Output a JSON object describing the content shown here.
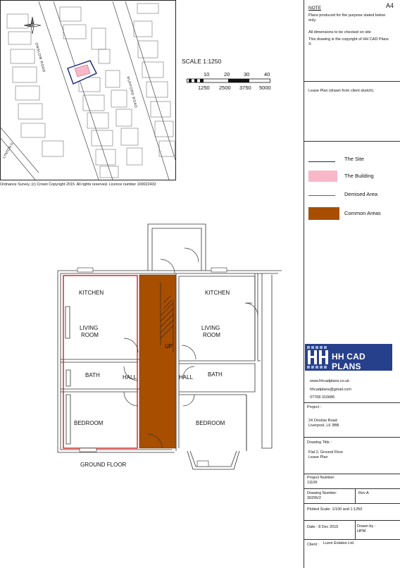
{
  "notes": {
    "heading": "NOTE",
    "sheet_size": "A4",
    "line1": "Plans produced for the purpose stated below only.",
    "line2": "All dimensions to be checked on site",
    "line3": "This drawing is the copyright of HH CAD Plans ©"
  },
  "scale": {
    "title": "SCALE 1:1250",
    "top_ticks": [
      "10",
      "20",
      "30",
      "40"
    ],
    "bottom_ticks": [
      "1250",
      "2500",
      "3750",
      "5000"
    ]
  },
  "map": {
    "road_labels": [
      "ONSLOW ROAD",
      "RUFFORD ROAD",
      "LYNTON G"
    ],
    "copyright": "Ordnance Survey, (c) Crown Copyright 2015. All rights reserved. Licence number 100022432"
  },
  "plan_type": "Lease Plan (drawn from client sketch).",
  "legend": {
    "items": [
      {
        "label": "The Site",
        "color": "#1a237e",
        "kind": "line"
      },
      {
        "label": "The Building",
        "color": "#f8b8c8",
        "kind": "box"
      },
      {
        "label": "Demised Area",
        "color": "#d32f2f",
        "kind": "line"
      },
      {
        "label": "Common Areas",
        "color": "#a84e00",
        "kind": "box"
      }
    ]
  },
  "floorplan": {
    "caption": "GROUND FLOOR",
    "left_flat": {
      "kitchen": "KITCHEN",
      "living_line1": "LIVING",
      "living_line2": "ROOM",
      "bath": "BATH",
      "hall": "HALL",
      "bedroom": "BEDROOM"
    },
    "stair_label": "UP",
    "right_flat": {
      "kitchen": "KITCHEN",
      "living_line1": "LIVING",
      "living_line2": "ROOM",
      "hall": "HALL",
      "bath": "BATH",
      "bedroom": "BEDROOM"
    }
  },
  "company": {
    "logo_text": "HH CAD PLANS",
    "website": "www.hhcadplans.co.uk",
    "email": "hhcadplans@gmail.com",
    "phone": "07768 310686"
  },
  "title_block": {
    "project_label": "Project :",
    "project_line1": "24 Onslow Road",
    "project_line2": "Liverpool, L6 3BB",
    "drawing_title_label": "Drawing Title :",
    "drawing_title_line1": "Flat 2, Ground Floor",
    "drawing_title_line2": "Lease Plan",
    "project_number_label": "Project Number:",
    "project_number": "11109",
    "drawing_number_label": "Drawing Number:",
    "drawing_number": "30295/2",
    "rev": "Rev A",
    "plotted_scale": "Plotted Scale: 1/100 and 1:1250",
    "date": "Date : 8 Dec 2015",
    "drawn_by_label": "Drawn by :",
    "drawn_by": "HPM",
    "client_label": "Client :",
    "client": "Luxor Estates Ltd."
  },
  "colors": {
    "site_outline": "#1a237e",
    "building_fill": "#f8b8c8",
    "demised": "#d32f2f",
    "common": "#a84e00",
    "logo_bg": "#27408b"
  }
}
